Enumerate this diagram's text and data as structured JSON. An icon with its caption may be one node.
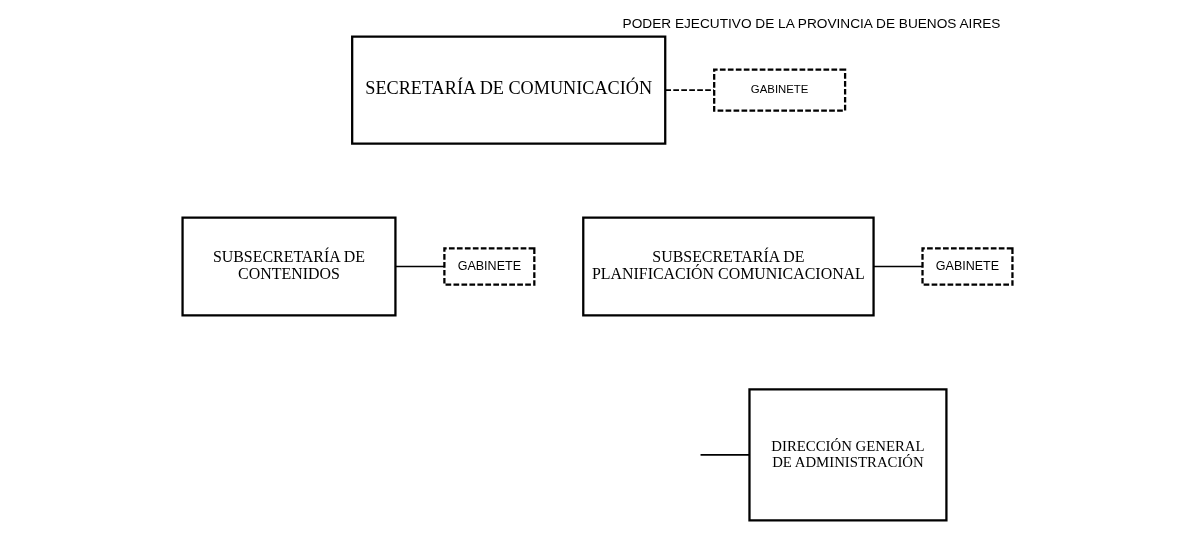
{
  "diagram": {
    "title": "PODER EJECUTIVO DE LA PROVINCIA DE BUENOS AIRES",
    "nodes": [
      {
        "text": [
          "SECRETARÍA DE COMUNICACIÓN"
        ]
      },
      {
        "text": [
          "GABINETE"
        ]
      },
      {
        "text": [
          "SUBSECRETARÍA DE CONTENIDOS"
        ]
      },
      {
        "text": [
          "GABINETE"
        ]
      },
      {
        "text": [
          "SUBSECRETARÍA DE PLANIFICACIÓN COMUNICACIONAL"
        ]
      },
      {
        "text": [
          "GABINETE"
        ]
      },
      {
        "text": [
          "DIRECCIÓN GENERAL DE ADMINISTRACIÓN"
        ]
      }
    ],
    "edges": [
      {
        "from": 0,
        "to": 1,
        "arrow": "none",
        "style": "dashed"
      },
      {
        "from": 2,
        "to": 3,
        "arrow": "none"
      },
      {
        "from": 4,
        "to": 5,
        "arrow": "none"
      },
      {
        "from": null,
        "to": 6,
        "arrow": "none"
      }
    ]
  }
}
